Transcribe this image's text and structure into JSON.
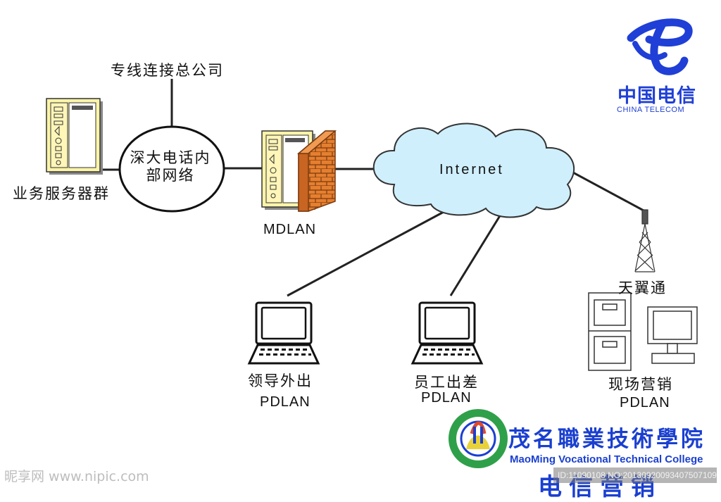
{
  "labels": {
    "trunk_line": "专线连接总公司",
    "server_cluster": "业务服务器群",
    "intranet": "深大电话内部网络",
    "mdlan": "MDLAN",
    "internet": "Internet",
    "tianyitong": "天翼通",
    "leaders_out": "领导外出",
    "staff_travel": "员工出差",
    "field_marketing": "现场营销",
    "pdlan": "PDLAN"
  },
  "brand": {
    "name_cn": "中国电信",
    "name_en": "CHINA TELECOM",
    "color": "#1f3fd6"
  },
  "college": {
    "name_cn": "茂名職業技術學院",
    "name_en": "MaoMing Vocational Technical College"
  },
  "footer": {
    "title": "电信营销"
  },
  "watermarks": {
    "site": "昵享网 www.nipic.com",
    "image_id": "ID:11090108 NO:20130920093407507109"
  },
  "colors": {
    "server": "#fbf4a9",
    "cloud": "#cfeffc",
    "firewall": "#e57f2f",
    "college_green": "#2fa04a",
    "college_blue": "#1a3fd0"
  }
}
